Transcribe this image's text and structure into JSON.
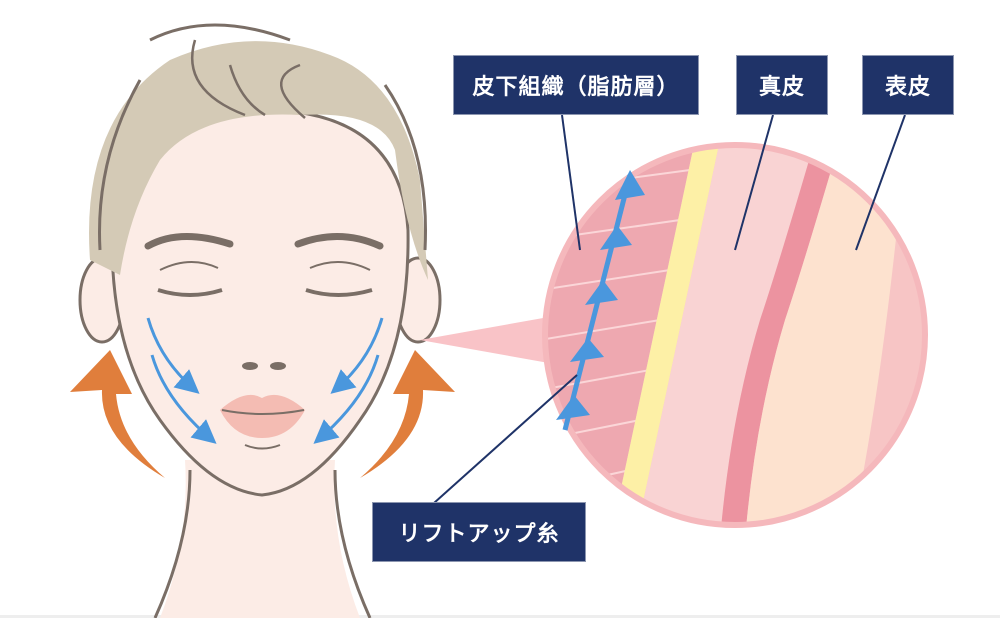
{
  "diagram": {
    "title": "Thread lift skin layer diagram",
    "labels": {
      "subcutaneous": "皮下組織（脂肪層）",
      "dermis": "真皮",
      "epidermis": "表皮",
      "lift_thread": "リフトアップ糸"
    },
    "colors": {
      "label_bg": "#1f3368",
      "label_text": "#ffffff",
      "skin": "#fcece6",
      "hair": "#d4cab6",
      "line": "#7a6e66",
      "thread_arrow": "#4a97dd",
      "lift_arrow": "#e07e3c",
      "fat_layer": "#eea8b0",
      "yellow_layer": "#fdf0a6",
      "dermis": "#f9d3d3",
      "basal": "#ec93a0",
      "epidermis": "#fde2cf"
    }
  }
}
